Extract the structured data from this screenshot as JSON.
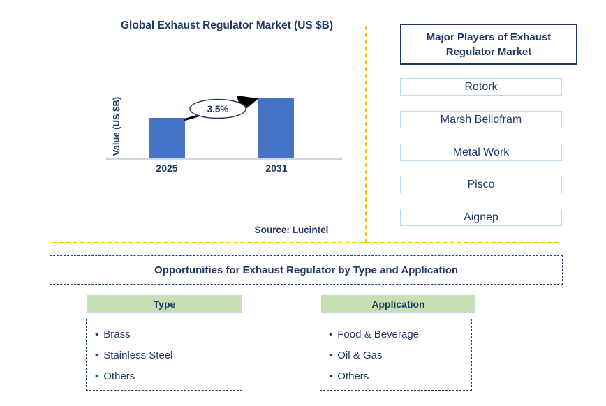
{
  "colors": {
    "navy_text": "#1F3864",
    "bar_blue": "#4472C4",
    "light_green_header": "#C6E0B4",
    "light_blue_border": "#BDD7EE",
    "orange_separator": "#FFC000",
    "axis_gray": "#D6D6D6"
  },
  "chart": {
    "title": "Global Exhaust Regulator Market (US $B)",
    "y_axis_label": "Value (US $B)",
    "growth_label": "3.5%",
    "source": "Source: Lucintel"
  },
  "chart_data": {
    "type": "bar",
    "title": "Global Exhaust Regulator Market (US $B)",
    "ylabel": "Value (US $B)",
    "xlabel": "",
    "categories": [
      "2025",
      "2031"
    ],
    "values_relative": [
      0.67,
      1.0
    ],
    "annotation": "3.5%",
    "bar_color": "#4472C4",
    "legend": "none",
    "grid": "off",
    "source": "Source: Lucintel"
  },
  "players": {
    "title": "Major Players of Exhaust Regulator Market",
    "items": [
      "Rotork",
      "Marsh Bellofram",
      "Metal Work",
      "Pisco",
      "Aignep"
    ]
  },
  "opportunities": {
    "title": "Opportunities for Exhaust Regulator by Type and Application",
    "bullet_char": "•",
    "type": {
      "header": "Type",
      "items": [
        "Brass",
        "Stainless Steel",
        "Others"
      ]
    },
    "application": {
      "header": "Application",
      "items": [
        "Food & Beverage",
        "Oil & Gas",
        "Others"
      ]
    }
  }
}
